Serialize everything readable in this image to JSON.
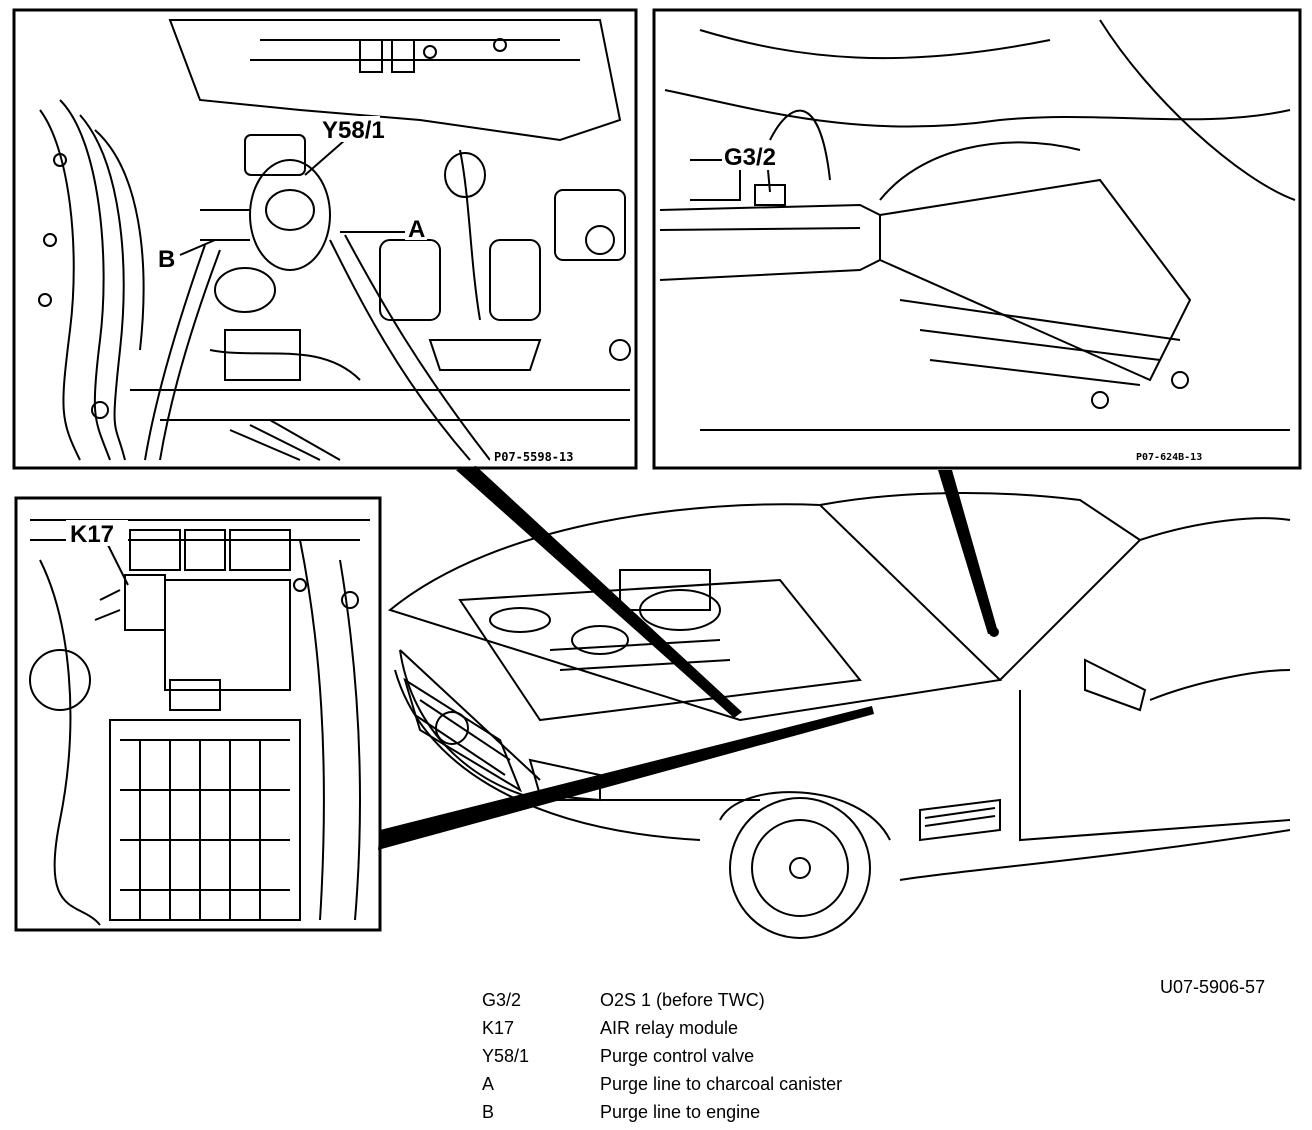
{
  "callouts": {
    "y58_1": "Y58/1",
    "a": "A",
    "b": "B",
    "g3_2": "G3/2",
    "k17": "K17"
  },
  "panel_refs": {
    "engine_bay": "P07-5598-13",
    "exhaust": "P07-624B-13"
  },
  "figure_id": "U07-5906-57",
  "legend": [
    {
      "code": "G3/2",
      "desc": "O2S 1 (before TWC)"
    },
    {
      "code": "K17",
      "desc": "AIR relay module"
    },
    {
      "code": "Y58/1",
      "desc": "Purge control valve"
    },
    {
      "code": "A",
      "desc": "Purge line to charcoal canister"
    },
    {
      "code": "B",
      "desc": "Purge line to engine"
    }
  ]
}
